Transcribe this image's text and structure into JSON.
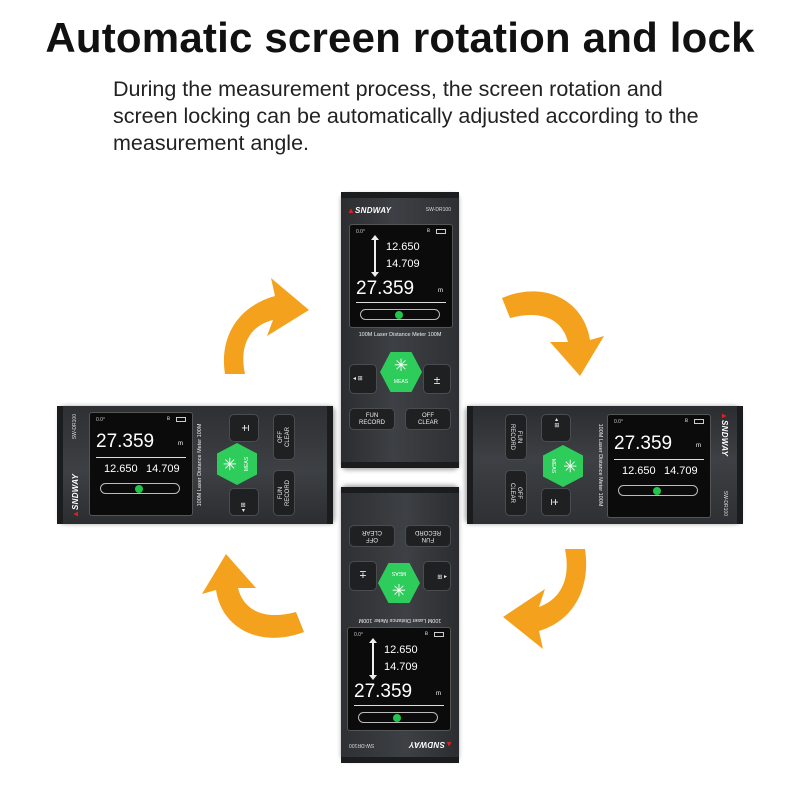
{
  "headline": "Automatic screen rotation and lock",
  "description": "During the measurement process, the screen rotation and screen locking can be automatically adjusted according to the measurement angle.",
  "colors": {
    "arrow": "#f4a21d",
    "accent_green": "#2ecc5a",
    "device_body": "#35373a"
  },
  "device": {
    "brand": "SNDWAY",
    "model": "SW-DR100",
    "angle": "0.0°",
    "value_1": "12.650",
    "value_2": "14.709",
    "main_value": "27.359",
    "unit": "m",
    "range_label": "100M Laser Distance Meter 100M",
    "meas_label": "MEAS",
    "plusminus_label": "±",
    "fun_label": "FUN",
    "record_label": "RECORD",
    "off_label": "OFF",
    "clear_label": "CLEAR"
  },
  "arrow_icons": [
    "curved-arrow-icon",
    "curved-arrow-icon",
    "curved-arrow-icon",
    "curved-arrow-icon"
  ]
}
